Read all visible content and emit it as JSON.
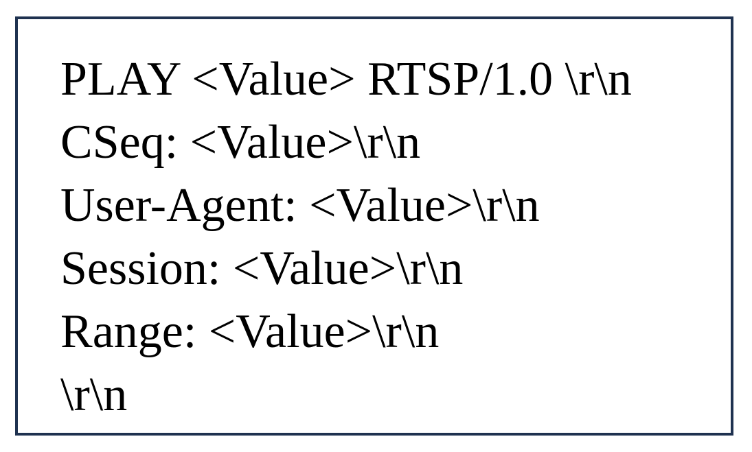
{
  "colors": {
    "border": "#1f3250",
    "text": "#000000",
    "background": "#ffffff"
  },
  "request": {
    "lines": [
      "PLAY <Value> RTSP/1.0 \\r\\n",
      "CSeq: <Value>\\r\\n",
      "User-Agent: <Value>\\r\\n",
      "Session: <Value>\\r\\n",
      "Range: <Value>\\r\\n",
      "\\r\\n"
    ]
  }
}
